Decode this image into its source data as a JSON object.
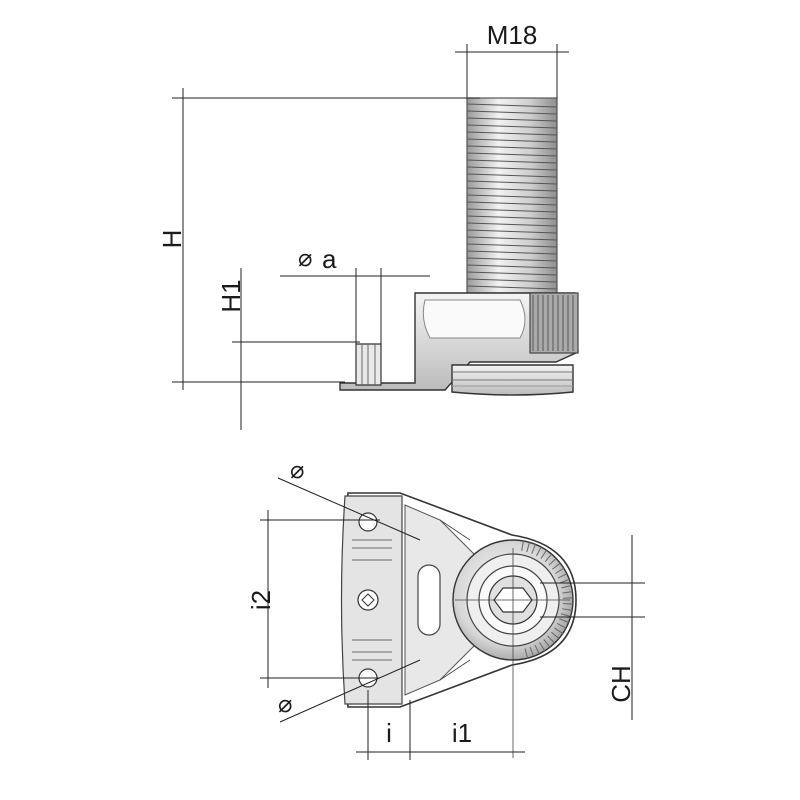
{
  "labels": {
    "thread": "M18",
    "height": "H",
    "height1": "H1",
    "diameter_symbol": "⌀",
    "diameter_a": "a",
    "pitch_i2": "i2",
    "pitch_i": "i",
    "pitch_i1": "i1",
    "height_ch": "CH"
  },
  "colors": {
    "line": "#222222",
    "metal_light": "#e6e6e6",
    "metal_mid": "#bdbdbd",
    "metal_dark": "#8a8a8a"
  }
}
